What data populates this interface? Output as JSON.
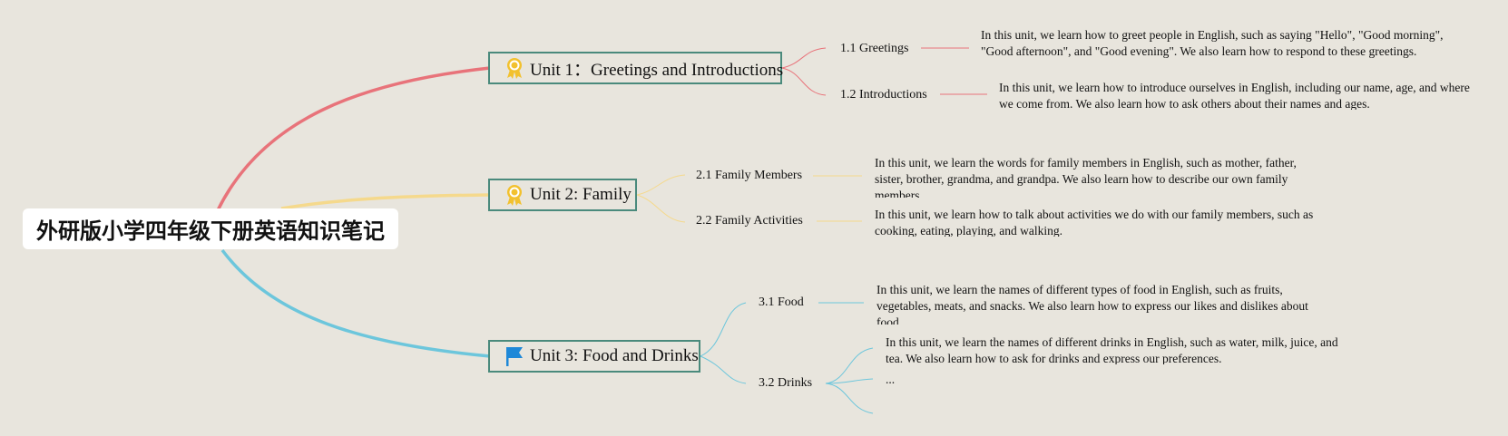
{
  "root": {
    "title": "外研版小学四年级下册英语知识笔记"
  },
  "units": [
    {
      "title": "Unit 1：Greetings and Introductions",
      "icon": "award-ribbon-icon",
      "color": "#e8737a",
      "subs": [
        {
          "label": "1.1 Greetings",
          "desc": "In this unit, we learn how to greet people in English, such as saying \"Hello\", \"Good morning\", \"Good afternoon\", and \"Good evening\". We also learn how to respond to these greetings."
        },
        {
          "label": "1.2 Introductions",
          "desc": "In this unit, we learn how to introduce ourselves in English, including our name, age, and where we come from. We also learn how to ask others about their names and ages."
        }
      ]
    },
    {
      "title": "Unit 2: Family",
      "icon": "award-ribbon-icon",
      "color": "#f5d98c",
      "subs": [
        {
          "label": "2.1 Family Members",
          "desc": "In this unit, we learn the words for family members in English, such as mother, father, sister, brother, grandma, and grandpa. We also learn how to describe our own family members."
        },
        {
          "label": "2.2 Family Activities",
          "desc": "In this unit, we learn how to talk about activities we do with our family members, such as cooking, eating, playing, and walking."
        }
      ]
    },
    {
      "title": "Unit 3: Food and Drinks",
      "icon": "flag-icon",
      "color": "#6cc6dc",
      "subs": [
        {
          "label": "3.1 Food",
          "desc": "In this unit, we learn the names of different types of food in English, such as fruits, vegetables, meats, and snacks. We also learn how to express our likes and dislikes about food."
        },
        {
          "label": "3.2 Drinks",
          "children": [
            "In this unit, we learn the names of different drinks in English, such as water, milk, juice, and tea. We also learn how to ask for drinks and express our preferences.",
            "...",
            ""
          ]
        }
      ]
    }
  ]
}
